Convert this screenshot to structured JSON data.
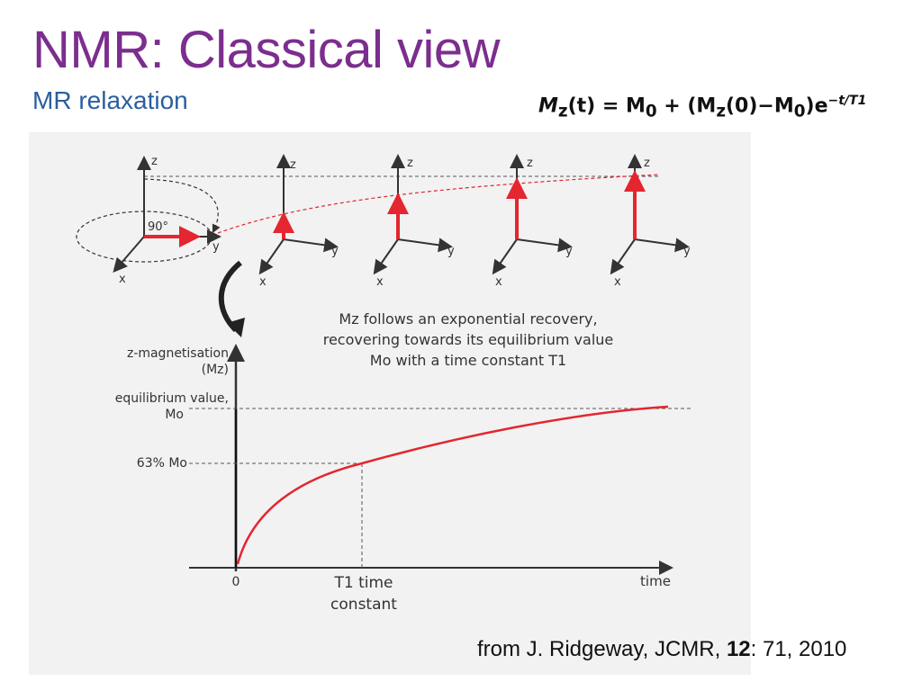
{
  "slide": {
    "title": "NMR: Classical view",
    "subtitle": "MR relaxation",
    "formula": {
      "lhs": "M",
      "lhs_sub": "z",
      "lhs_arg": "(t) = M",
      "m0_sub": "0",
      "mid": " + (M",
      "mid_sub": "z",
      "mid2": "(0)−M",
      "m0b_sub": "0",
      "end": ")e",
      "exp": "−t/T1"
    },
    "citation": {
      "prefix": "from J. Ridgeway, JCMR, ",
      "volume": "12",
      "suffix": ": 71, 2010"
    }
  },
  "figure": {
    "axis_labels": {
      "z": "z",
      "y": "y",
      "x": "x"
    },
    "pulse_label": "90°",
    "description_lines": [
      "Mz follows an exponential recovery,",
      "recovering towards its equilibrium value",
      "Mo with a time constant T1"
    ],
    "y_axis_label_1": "z-magnetisation",
    "y_axis_label_2": "(Mz)",
    "equilibrium_label_1": "equilibrium value,",
    "equilibrium_label_2": "Mo",
    "pct_label": "63% Mo",
    "origin_label": "0",
    "t1_label_1": "T1 time",
    "t1_label_2": "constant",
    "time_label": "time",
    "curve_color": "#E3262F",
    "arrow_color": "#E3262F"
  }
}
